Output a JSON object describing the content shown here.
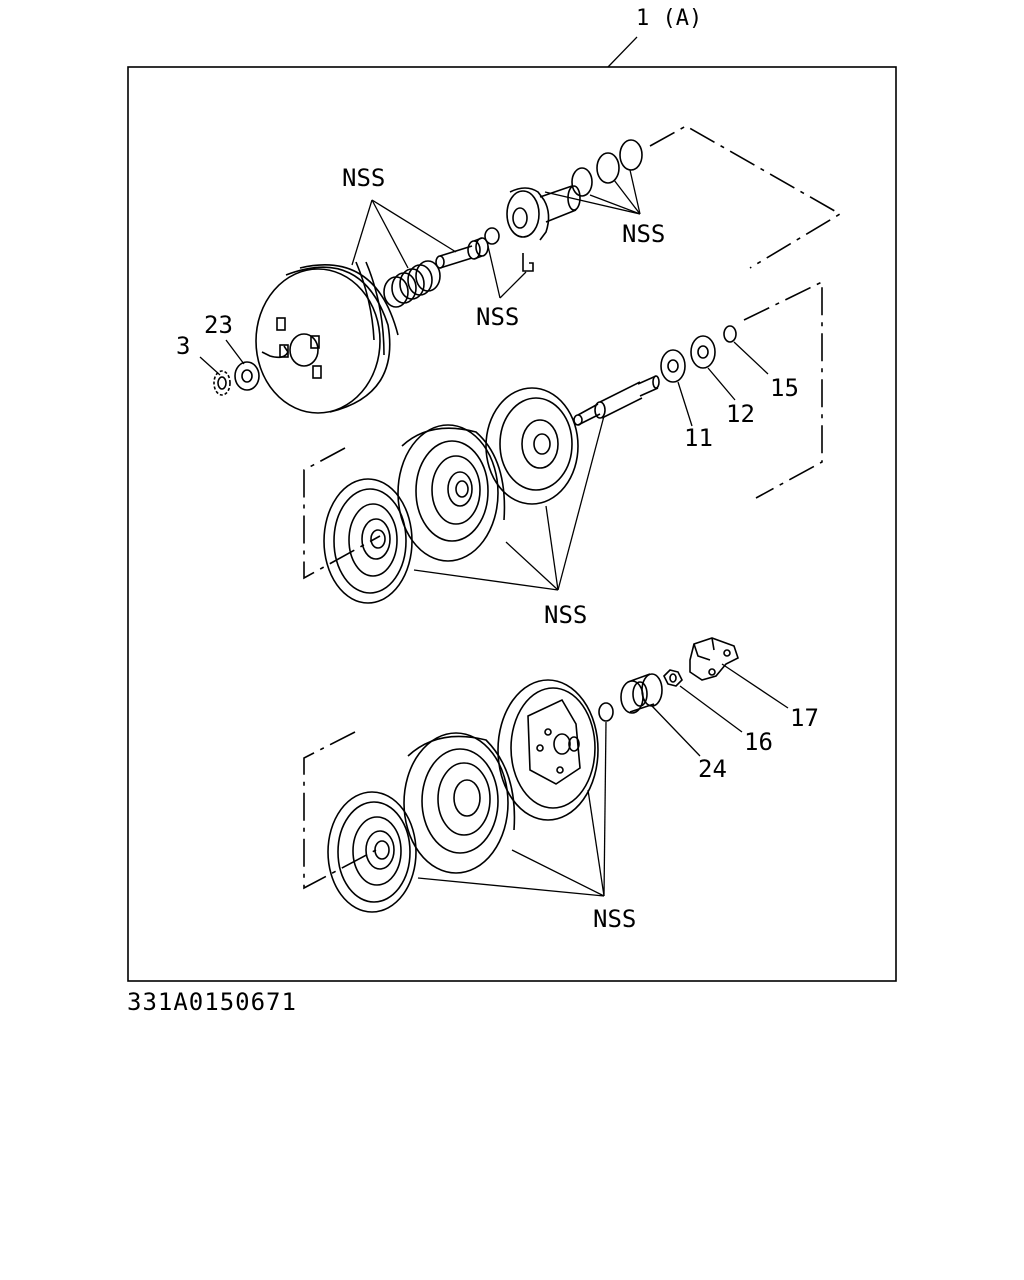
{
  "assembly_label": "1 (A)",
  "drawing_code": "331A0150671",
  "callouts": {
    "nss_top_left": "NSS",
    "nss_top_right": "NSS",
    "nss_mid": "NSS",
    "nss_pulley_group": "NSS",
    "nss_bottom_group": "NSS",
    "part_3": "3",
    "part_23": "23",
    "part_11": "11",
    "part_12": "12",
    "part_15": "15",
    "part_16": "16",
    "part_17": "17",
    "part_24": "24"
  }
}
